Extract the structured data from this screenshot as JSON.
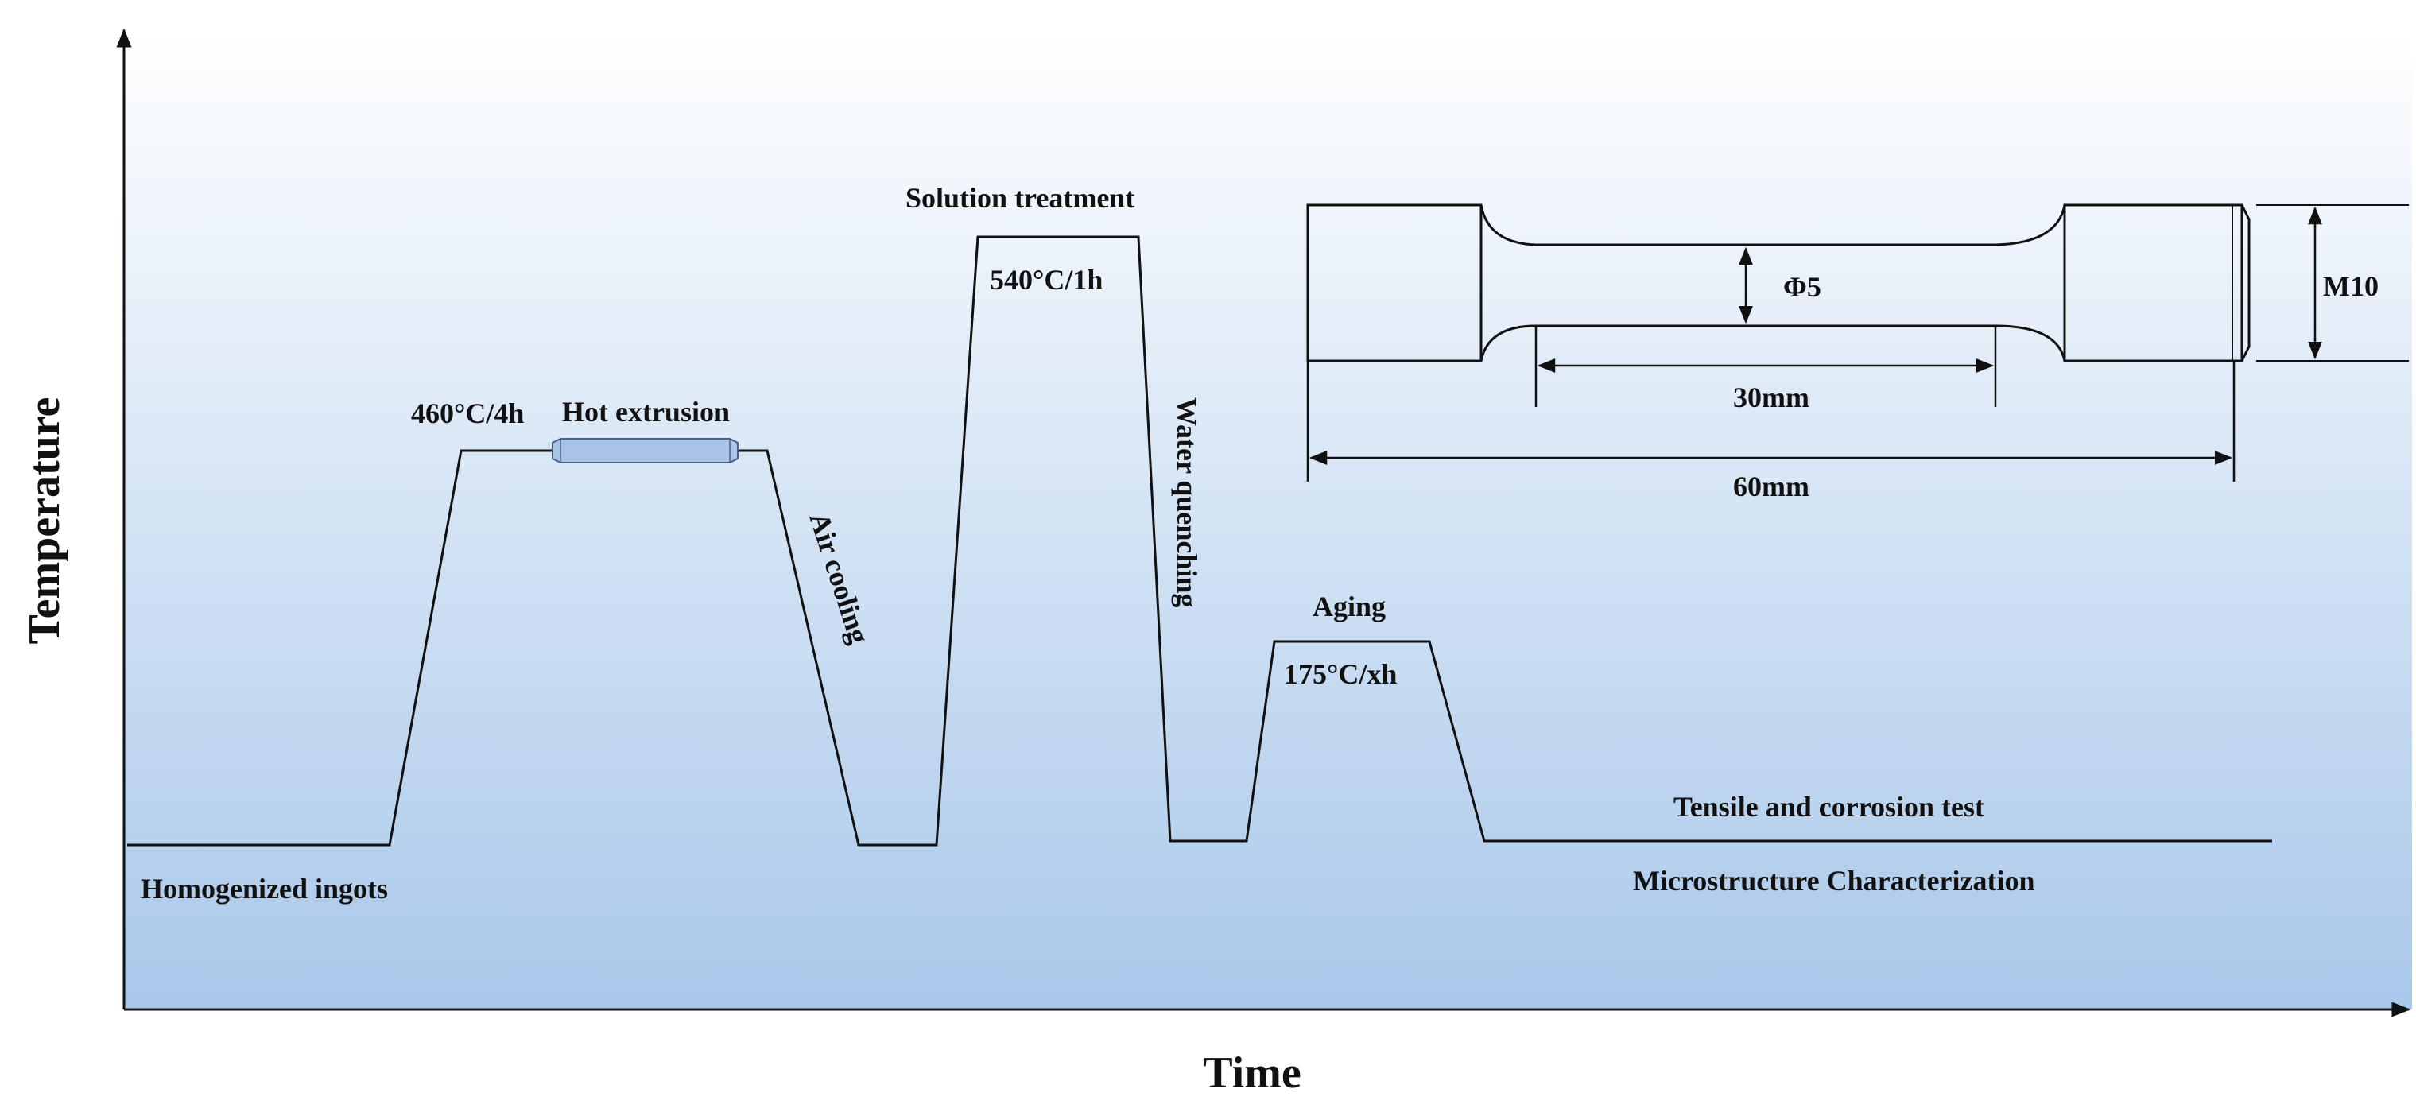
{
  "axes": {
    "x_label": "Time",
    "y_label": "Temperature"
  },
  "process": {
    "homogenized": "Homogenized ingots",
    "hot_extrusion_temp": "460°C/4h",
    "hot_extrusion": "Hot extrusion",
    "air_cooling": "Air cooling",
    "solution_treatment": "Solution treatment",
    "solution_temp": "540°C/1h",
    "water_quenching": "Water quenching",
    "aging": "Aging",
    "aging_temp": "175°C/xh",
    "tensile_test": "Tensile and corrosion test",
    "microstructure": "Microstructure Characterization"
  },
  "specimen": {
    "diameter": "Φ5",
    "thread": "M10",
    "gauge_length": "30mm",
    "total_length": "60mm"
  },
  "colors": {
    "background_top": "#ffffff",
    "background_bottom": "#a9c8ea",
    "line": "#111111",
    "extrusion_billet": "#a9c4e6"
  }
}
